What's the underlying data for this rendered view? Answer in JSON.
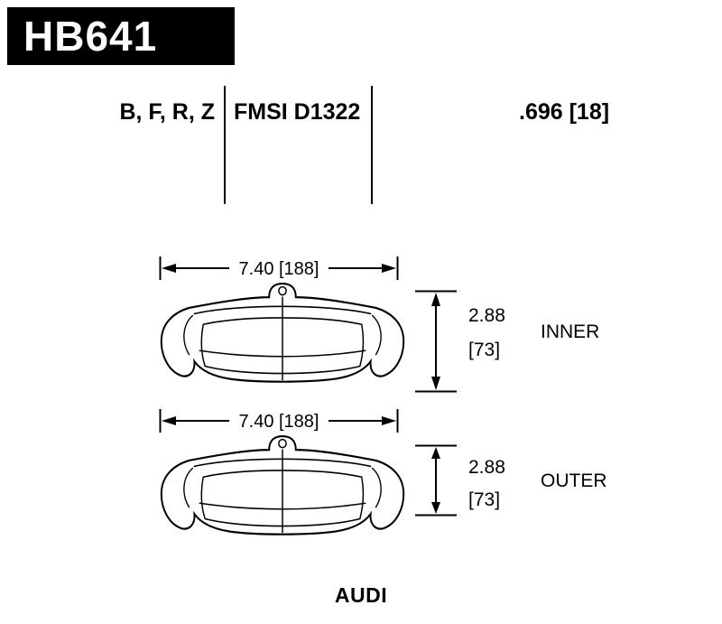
{
  "header": {
    "part_number": "HB641"
  },
  "spec_row": {
    "compounds": "B, F, R, Z",
    "fmsi": "FMSI D1322",
    "pad_thickness": ".696 [18]"
  },
  "figures": [
    {
      "name": "inner-pad",
      "width_dim": "7.40 [188]",
      "height_in": "2.88",
      "height_mm": "[73]",
      "position_label": "INNER"
    },
    {
      "name": "outer-pad",
      "width_dim": "7.40 [188]",
      "height_in": "2.88",
      "height_mm": "[73]",
      "position_label": "OUTER"
    }
  ],
  "footer": {
    "vehicle": "AUDI"
  },
  "colors": {
    "ink": "#000000",
    "paper": "#ffffff",
    "header_bg": "#000000",
    "header_text": "#ffffff"
  }
}
